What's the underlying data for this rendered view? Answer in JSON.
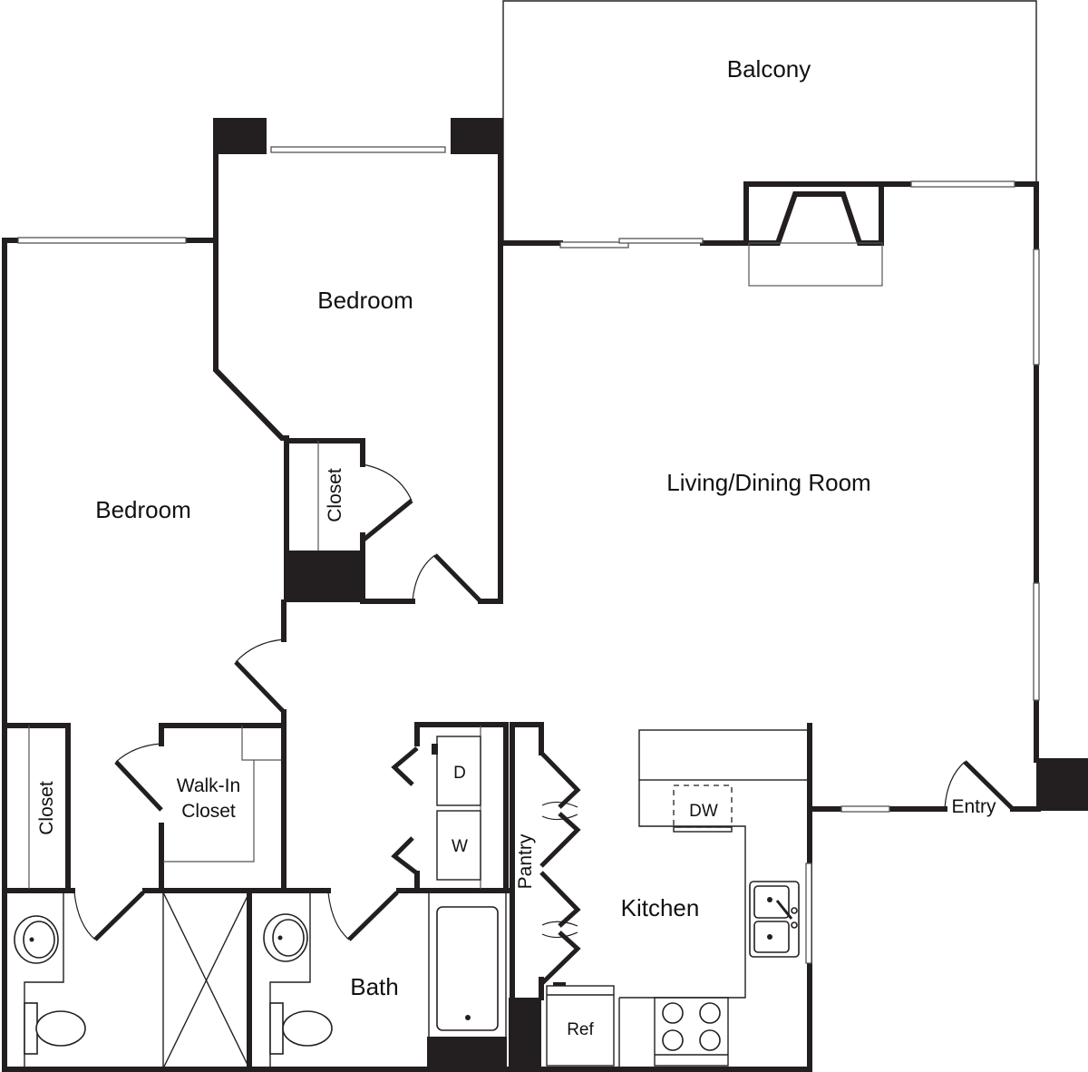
{
  "floor_plan": {
    "colors": {
      "wall": "#231f20",
      "background": "#ffffff",
      "window": "#ffffff"
    },
    "rooms": {
      "balcony": "Balcony",
      "bedroom_upper": "Bedroom",
      "bedroom_left": "Bedroom",
      "living_dining": "Living/Dining Room",
      "closet_upper": "Closet",
      "closet_left": "Closet",
      "walk_in_closet_line1": "Walk-In",
      "walk_in_closet_line2": "Closet",
      "bath": "Bath",
      "pantry": "Pantry",
      "kitchen": "Kitchen",
      "entry": "Entry"
    },
    "appliances": {
      "dryer": "D",
      "washer": "W",
      "dishwasher": "DW",
      "refrigerator": "Ref"
    }
  }
}
